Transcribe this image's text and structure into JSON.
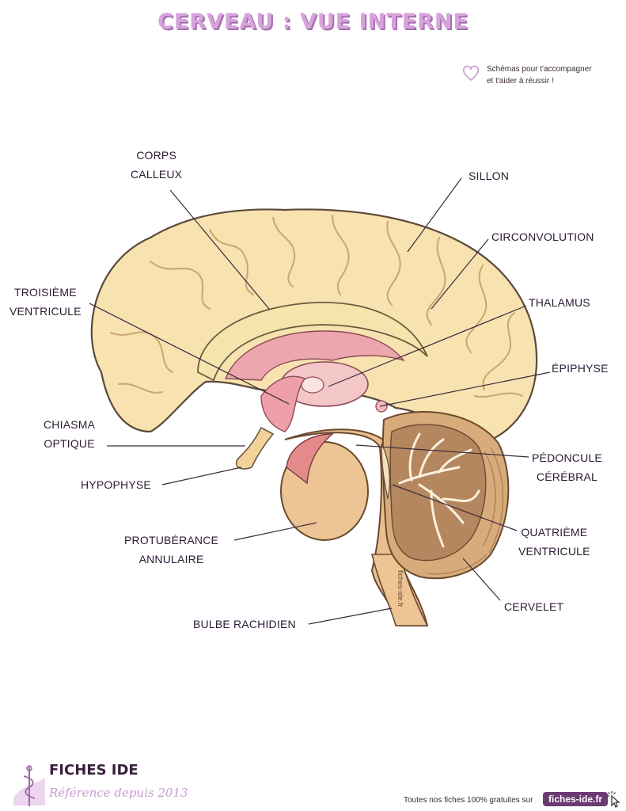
{
  "title": "CERVEAU : VUE INTERNE",
  "tagline": [
    "Schémas pour t'accompagner",
    "et t'aider à réussir !"
  ],
  "labels": {
    "corps_calleux": [
      "CORPS",
      "CALLEUX"
    ],
    "sillon": [
      "SILLON"
    ],
    "circonvolution": [
      "CIRCONVOLUTION"
    ],
    "troisieme_ventricule": [
      "TROISIÈME",
      "VENTRICULE"
    ],
    "thalamus": [
      "THALAMUS"
    ],
    "epiphyse": [
      "ÉPIPHYSE"
    ],
    "chiasma_optique": [
      "CHIASMA",
      "OPTIQUE"
    ],
    "peduncule_cerebral": [
      "PÉDONCULE",
      "CÉRÉBRAL"
    ],
    "hypophyse": [
      "HYPOPHYSE"
    ],
    "quatrieme_ventricule": [
      "QUATRIÈME",
      "VENTRICULE"
    ],
    "protuberance_annulaire": [
      "PROTUBÉRANCE",
      "ANNULAIRE"
    ],
    "cervelet": [
      "CERVELET"
    ],
    "bulbe_rachidien": [
      "BULBE RACHIDIEN"
    ]
  },
  "watermark": "fiches-ide.fr",
  "footer": {
    "brand": "FICHES IDE",
    "subtitle": "Référence depuis 2013",
    "note": "Toutes nos fiches 100% gratuites sur",
    "site": "fiches-ide.fr"
  },
  "colors": {
    "title": "#d7a3db",
    "cortex": "#f7e2b0",
    "cortex_outline": "#5a4a3a",
    "inner_pink": "#eca6ae",
    "brainstem": "#e9bf8f",
    "cerebellum": "#d8ab7a",
    "brand_purple": "#6b3a73"
  }
}
